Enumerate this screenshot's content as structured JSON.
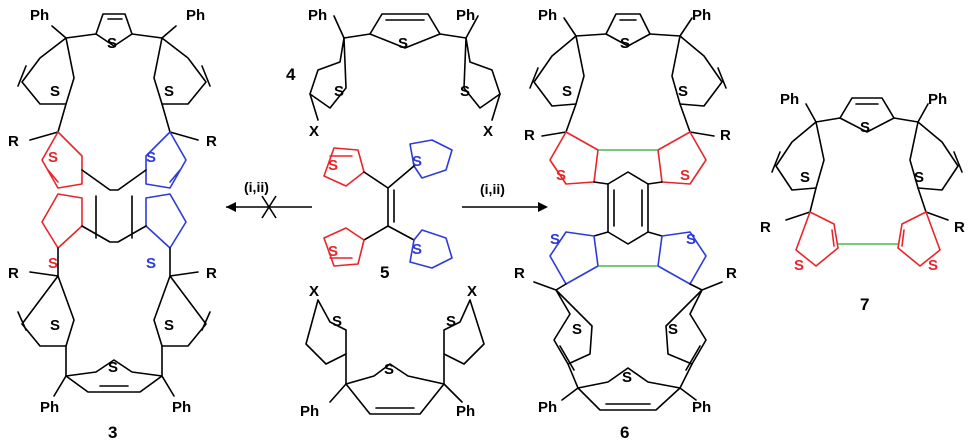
{
  "labels": {
    "S": "S",
    "Ph": "Ph",
    "R": "R",
    "X": "X"
  },
  "compounds": {
    "c3": "3",
    "c4": "4",
    "c5": "5",
    "c6": "6",
    "c7": "7"
  },
  "conditions": {
    "left": "(i,ii)",
    "right": "(i,ii)"
  },
  "colors": {
    "outer": "#000000",
    "inner_a": "#e8262a",
    "inner_b": "#2d3bd8",
    "new_bond": "#2aa63a"
  }
}
